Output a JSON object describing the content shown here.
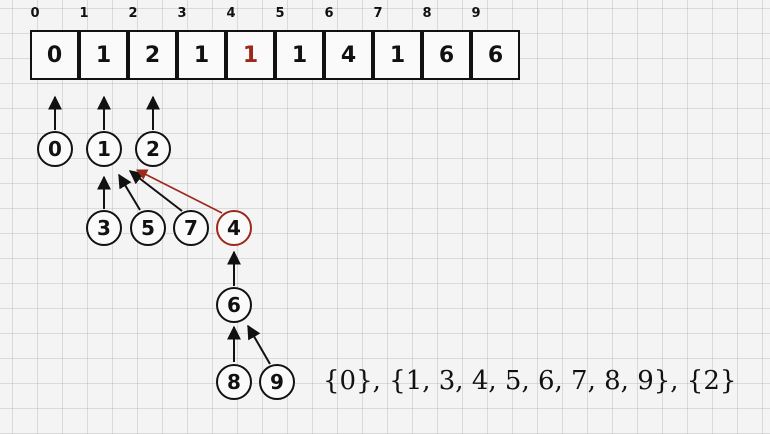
{
  "indices": [
    "0",
    "1",
    "2",
    "3",
    "4",
    "5",
    "6",
    "7",
    "8",
    "9"
  ],
  "array": {
    "values": [
      "0",
      "1",
      "2",
      "1",
      "1",
      "1",
      "4",
      "1",
      "6",
      "6"
    ],
    "highlighted_index": 4
  },
  "nodes": {
    "n0": "0",
    "n1": "1",
    "n2": "2",
    "n3": "3",
    "n5": "5",
    "n7": "7",
    "n4": "4",
    "n6": "6",
    "n8": "8",
    "n9": "9"
  },
  "sets_text": "{0}, {1, 3, 4, 5, 6, 7, 8, 9}, {2}",
  "colors": {
    "highlight": "#9b2a1c",
    "ink": "#111111"
  }
}
